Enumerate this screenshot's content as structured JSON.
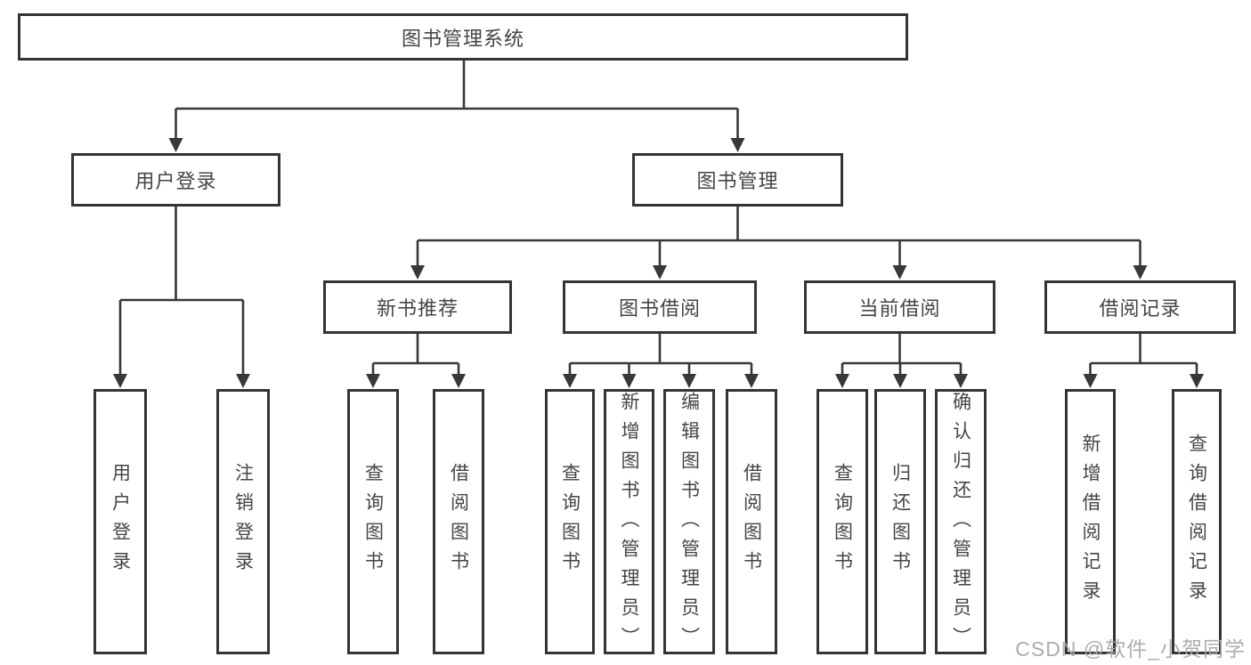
{
  "diagram": {
    "title": "图书管理系统",
    "nodes": {
      "root": "图书管理系统",
      "user_login_group": "用户登录",
      "book_management": "图书管理",
      "new_book_recommend": "新书推荐",
      "book_borrow": "图书借阅",
      "current_borrow": "当前借阅",
      "borrow_records": "借阅记录",
      "leaf_user_login": "用户登录",
      "leaf_logout_login": "注销登录",
      "leaf_recommend_query_books": "查询图书",
      "leaf_recommend_borrow_books": "借阅图书",
      "leaf_borrow_query_books": "查询图书",
      "leaf_borrow_add_books": "新增图书（管理员）",
      "leaf_borrow_edit_books": "编辑图书（管理员）",
      "leaf_borrow_borrow_books": "借阅图书",
      "leaf_current_query_books": "查询图书",
      "leaf_current_return_books": "归还图书",
      "leaf_current_confirm_return": "确认归还（管理员）",
      "leaf_records_add_record": "新增借阅记录",
      "leaf_records_query_record": "查询借阅记录"
    },
    "colors": {
      "line": "#383838",
      "watermark": "#a9a9a9"
    }
  },
  "watermark": "CSDN @软件_小贺同学"
}
